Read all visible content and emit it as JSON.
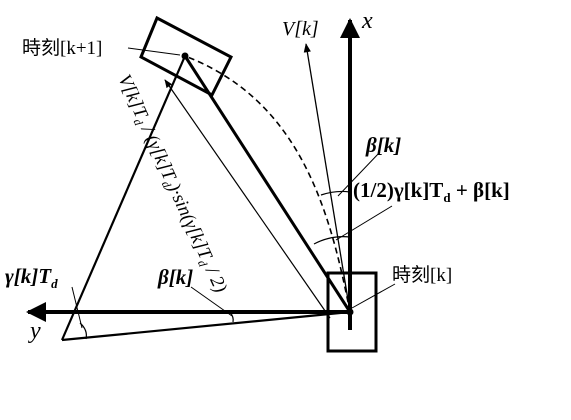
{
  "labels": {
    "axis_x": "x",
    "axis_y": "y",
    "velocity": "V[k]",
    "time_next": "時刻[k+1]",
    "time_now": "時刻[k]",
    "beta_top": "β[k]",
    "half_angle": "(1/2)γ[k]T",
    "half_angle_sub": "d",
    "half_angle_tail": " + β[k]",
    "gamma_t": "γ[k]T",
    "gamma_t_sub": "d",
    "beta_bottom": "β[k]",
    "distance": "V[k]T / (γ[k]T)·sin(γ[k]T / 2)",
    "distance_parts": {
      "a": "V[k]T",
      "sub1": "d",
      "b": " / (γ[k]T",
      "sub2": "d",
      "c": ")·sin(γ[k]T",
      "sub3": "d",
      "d": " / 2)"
    }
  },
  "colors": {
    "ink": "#000000",
    "background": "#ffffff"
  }
}
